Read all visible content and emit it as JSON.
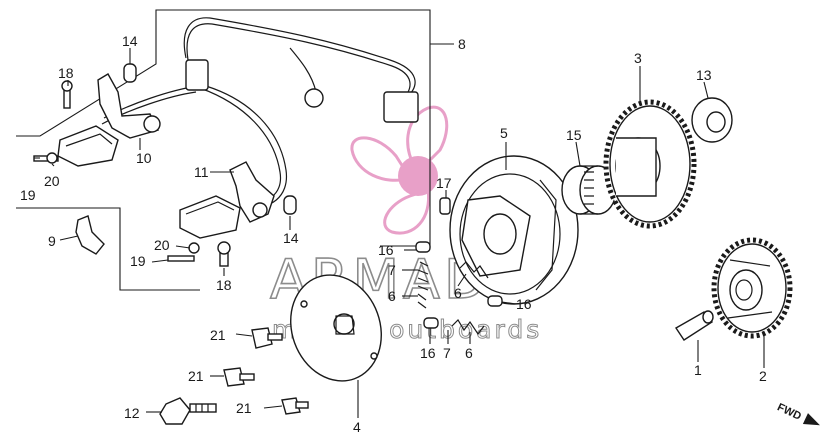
{
  "watermark": {
    "brand": "ARMADA",
    "tagline": "marine outboards",
    "color": "#e8a0c8"
  },
  "direction_marker": "FWD",
  "callouts": {
    "c1": "1",
    "c2": "2",
    "c3": "3",
    "c4": "4",
    "c5": "5",
    "c8": "8",
    "c9": "9",
    "c10": "10",
    "c11": "11",
    "c12": "12",
    "c13": "13",
    "c14a": "14",
    "c14b": "14",
    "c15": "15",
    "c16a": "16",
    "c16b": "16",
    "c16c": "16",
    "c17": "17",
    "c18a": "18",
    "c18b": "18",
    "c19a": "19",
    "c19b": "19",
    "c20a": "20",
    "c20b": "20",
    "c21a": "21",
    "c21b": "21",
    "c21c": "21",
    "c6a": "6",
    "c6b": "6",
    "c6c": "6",
    "c7a": "7",
    "c7b": "7"
  }
}
